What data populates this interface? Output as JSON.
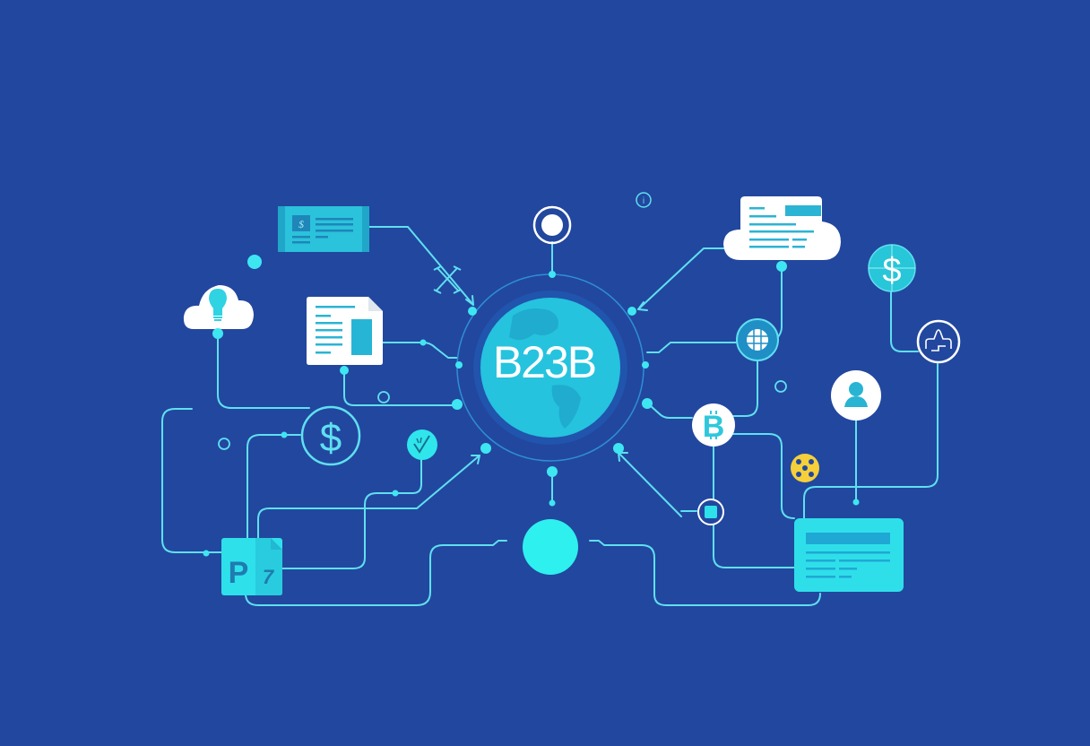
{
  "illustration": {
    "subject": "B2B network illustration",
    "center_label": "B2B-hub",
    "center_text": "B2B",
    "center_text_rendered": "B23B",
    "colors": {
      "background": "#22479f",
      "line": "#5fe0f0",
      "accent_cyan": "#3ee6f2",
      "globe": "#25c3de",
      "white_card": "#ffffff",
      "yellow_badge": "#f5d03a"
    },
    "nodes": [
      {
        "name": "dollar-card",
        "text": "$"
      },
      {
        "name": "cloud-lightbulb"
      },
      {
        "name": "document-page"
      },
      {
        "name": "top-target-node"
      },
      {
        "name": "cloud-document"
      },
      {
        "name": "dollar-globe-badge",
        "text": "$"
      },
      {
        "name": "globe-node"
      },
      {
        "name": "network-node"
      },
      {
        "name": "user-node"
      },
      {
        "name": "bitcoin-node",
        "text": "B"
      },
      {
        "name": "yellow-gear-badge"
      },
      {
        "name": "square-node"
      },
      {
        "name": "dollar-circle",
        "text": "$"
      },
      {
        "name": "check-badge",
        "text": "✓"
      },
      {
        "name": "pdf-file",
        "text": "P",
        "sub": "7"
      },
      {
        "name": "bottom-circle"
      },
      {
        "name": "info-card"
      }
    ]
  }
}
